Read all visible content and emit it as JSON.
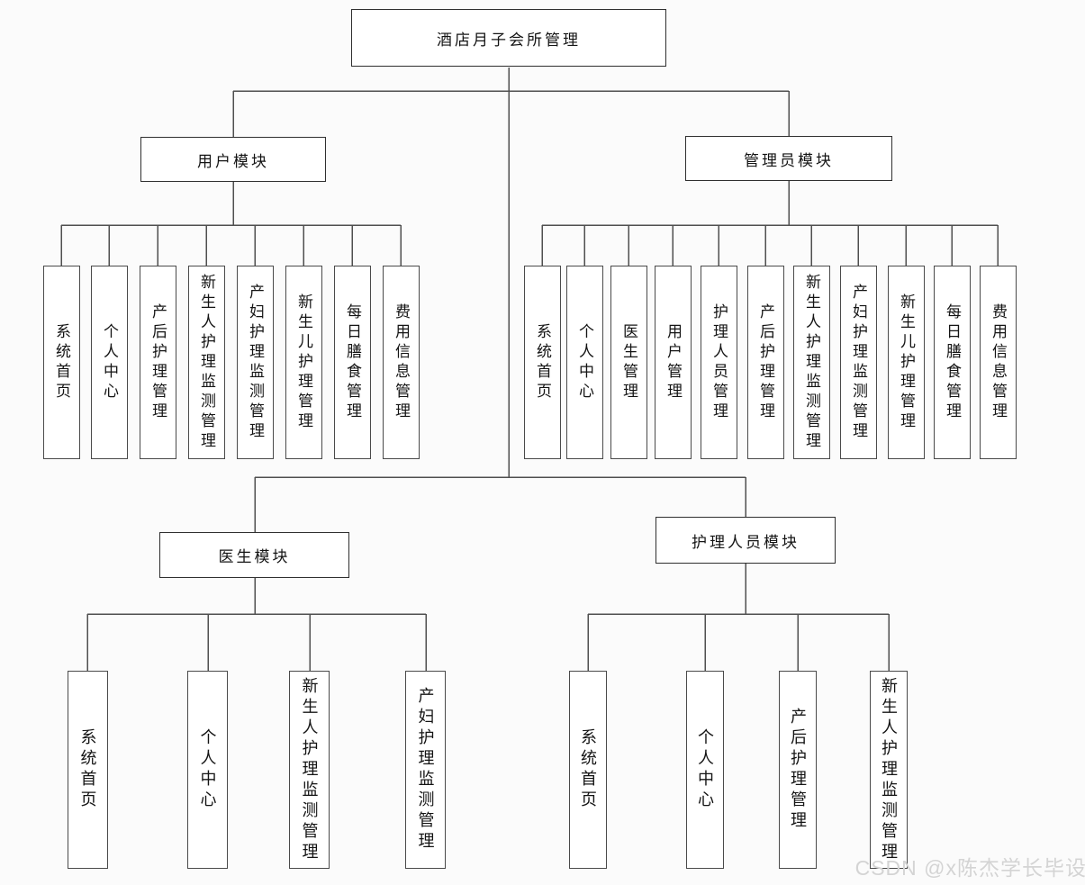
{
  "diagram": {
    "title": "酒店月子会所管理",
    "modules": [
      {
        "label": "用户模块",
        "children": [
          "系统首页",
          "个人中心",
          "产后护理管理",
          "新生人护理监测管理",
          "产妇护理监测管理",
          "新生儿护理管理",
          "每日膳食管理",
          "费用信息管理"
        ]
      },
      {
        "label": "管理员模块",
        "children": [
          "系统首页",
          "个人中心",
          "医生管理",
          "用户管理",
          "护理人员管理",
          "产后护理管理",
          "新生人护理监测管理",
          "产妇护理监测管理",
          "新生儿护理管理",
          "每日膳食管理",
          "费用信息管理"
        ]
      },
      {
        "label": "医生模块",
        "children": [
          "系统首页",
          "个人中心",
          "新生人护理监测管理",
          "产妇护理监测管理"
        ]
      },
      {
        "label": "护理人员模块",
        "children": [
          "系统首页",
          "个人中心",
          "产后护理管理",
          "新生人护理监测管理"
        ]
      }
    ]
  },
  "watermark": {
    "text": "CSDN @x陈杰学长毕设"
  },
  "colors": {
    "line": "#4f4f4f",
    "box_border": "#2f2f2f",
    "child_border": "#4a4a4a",
    "text": "#141414",
    "watermark": "#d4d4d4",
    "background": "#fbfbfb"
  }
}
